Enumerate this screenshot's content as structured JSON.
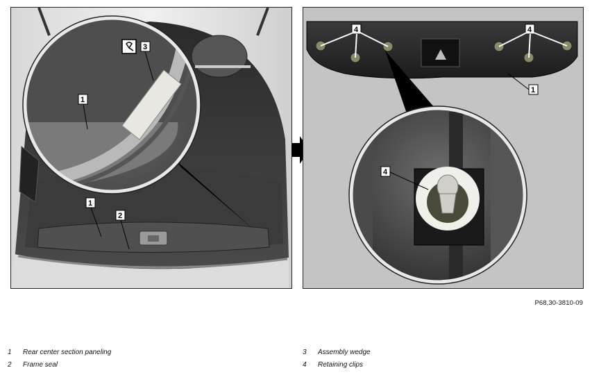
{
  "figure_code": "P68,30-3810-09",
  "callouts_left": {
    "c1_zoom": "1",
    "c3": "3",
    "c1_lower": "1",
    "c2": "2"
  },
  "callouts_right": {
    "c4_left": "4",
    "c4_right": "4",
    "c1": "1",
    "c4_zoom": "4"
  },
  "icons": {
    "wedge_symbol": "assembly-wedge-tool-icon",
    "arrow": "right-arrow-icon"
  },
  "legend": [
    {
      "num": "1",
      "text": "Rear center section paneling"
    },
    {
      "num": "2",
      "text": "Frame seal"
    },
    {
      "num": "3",
      "text": "Assembly wedge"
    },
    {
      "num": "4",
      "text": "Retaining clips"
    }
  ]
}
